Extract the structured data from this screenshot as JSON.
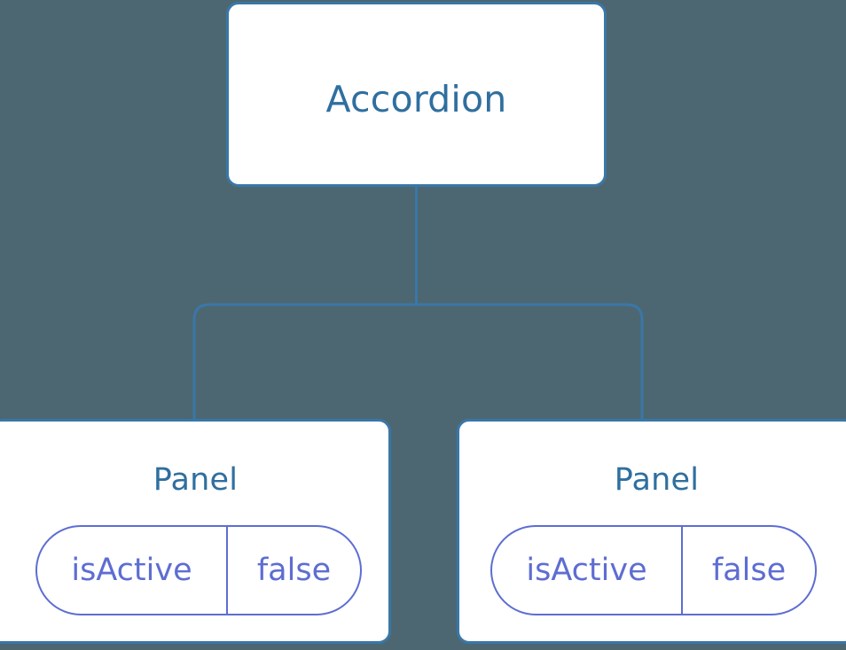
{
  "diagram": {
    "type": "component-tree",
    "background_color": "#4c6771",
    "node_fill_color": "#ffffff",
    "node_border_color": "#3a77a8",
    "node_label_color": "#2f6f9f",
    "state_pill_color": "#5e6dd2",
    "edge_color": "#3a77a8",
    "root": {
      "label": "Accordion"
    },
    "children": [
      {
        "label": "Panel",
        "state": {
          "key": "isActive",
          "value": "false"
        }
      },
      {
        "label": "Panel",
        "state": {
          "key": "isActive",
          "value": "false"
        }
      }
    ]
  }
}
